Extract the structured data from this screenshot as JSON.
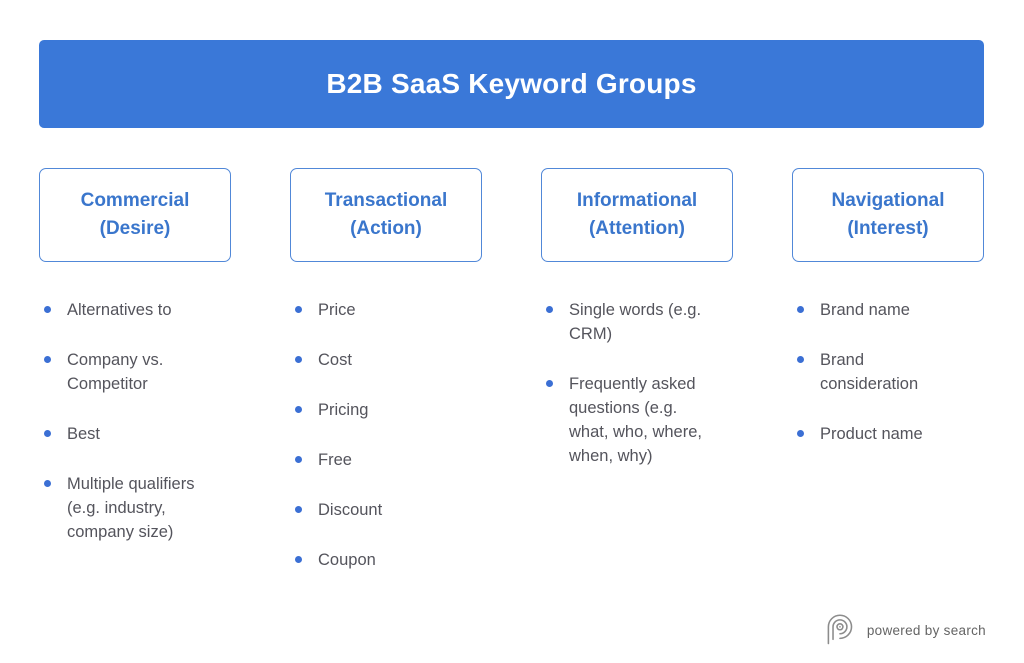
{
  "banner": {
    "title": "B2B SaaS Keyword Groups"
  },
  "columns": [
    {
      "header": "Commercial\n(Desire)",
      "items": [
        "Alternatives to",
        "Company vs.\nCompetitor",
        "Best",
        "Multiple qualifiers\n(e.g. industry,\ncompany size)"
      ]
    },
    {
      "header": "Transactional\n(Action)",
      "items": [
        "Price",
        "Cost",
        "Pricing",
        "Free",
        "Discount",
        "Coupon"
      ]
    },
    {
      "header": "Informational\n(Attention)",
      "items": [
        "Single words (e.g.\nCRM)",
        "Frequently asked\nquestions (e.g.\nwhat, who, where,\nwhen, why)"
      ]
    },
    {
      "header": "Navigational\n(Interest)",
      "items": [
        "Brand name",
        "Brand\nconsideration",
        "Product name"
      ]
    }
  ],
  "footer": {
    "logo_text": "powered by search",
    "logo_icon": "powered-by-search-mark"
  },
  "colors": {
    "banner_bg": "#3a78d8",
    "banner_text": "#ffffff",
    "box_border": "#5188d8",
    "box_text": "#3a76cc",
    "bullet_dot": "#3b6fd4",
    "body_text": "#54545c",
    "logo_gray": "#646464"
  }
}
